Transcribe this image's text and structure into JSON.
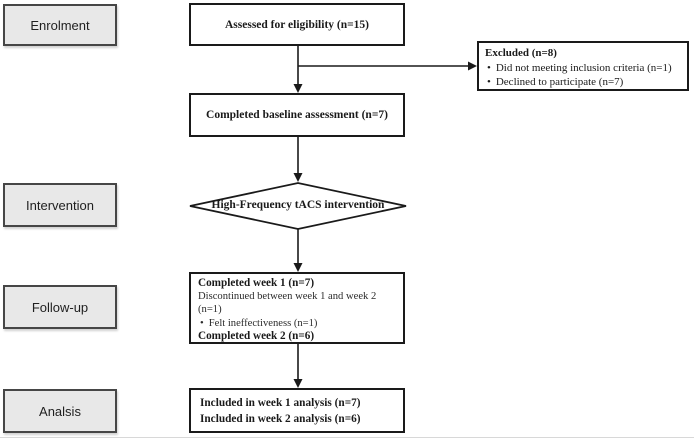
{
  "diagram": {
    "stages": [
      "Enrolment",
      "Intervention",
      "Follow-up",
      "Analsis"
    ],
    "assessed": {
      "text": "Assessed for eligibility (n=15)"
    },
    "excluded": {
      "title": "Excluded (n=8)",
      "bullets": [
        "Did not meeting inclusion criteria (n=1)",
        "Declined to participate (n=7)"
      ]
    },
    "baseline": {
      "text": "Completed baseline assessment (n=7)"
    },
    "intervention": {
      "text": "High-Frequency tACS intervention"
    },
    "followup": {
      "lines": [
        "Completed week 1 (n=7)",
        "Discontinued between week 1 and week 2",
        "(n=1)",
        "Felt ineffectiveness (n=1)",
        "Completed week 2 (n=6)"
      ]
    },
    "analysis": {
      "lines": [
        "Included in week 1 analysis (n=7)",
        "Included in week 2 analysis (n=6)"
      ]
    },
    "colors": {
      "stage_fill": "#e8e8e8",
      "stage_border": "#464646",
      "box_border": "#1a1a1a",
      "arrow": "#1a1a1a"
    }
  }
}
